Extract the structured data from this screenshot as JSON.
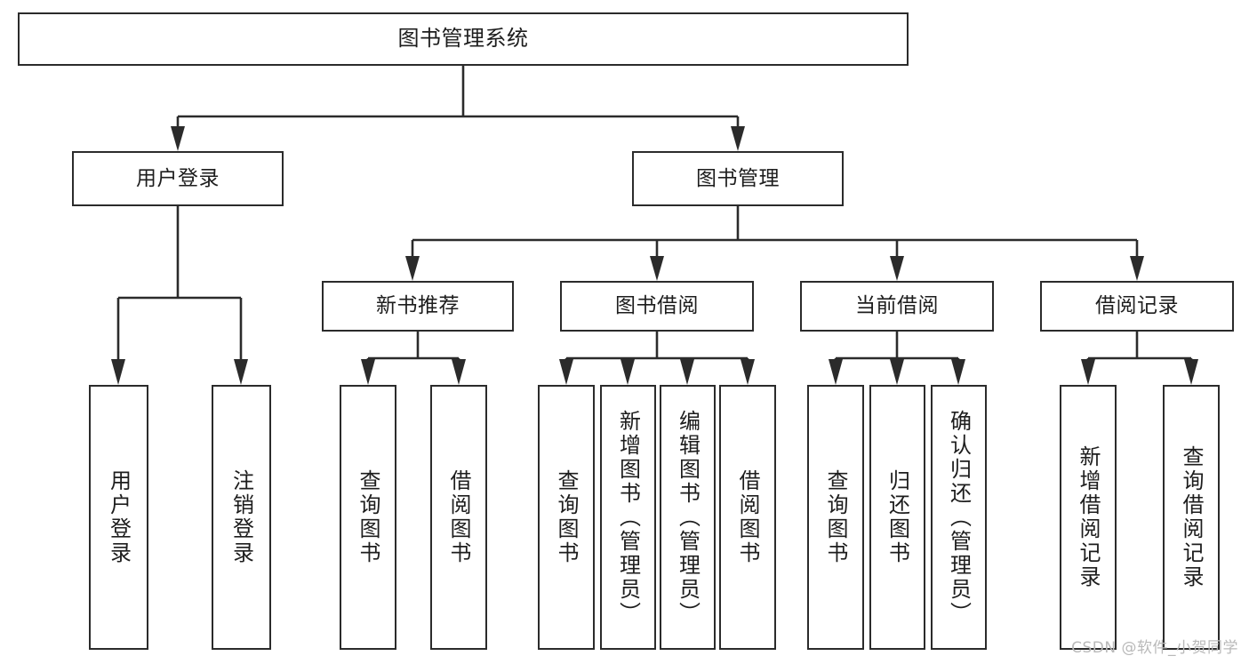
{
  "diagram": {
    "title": "图书管理系统",
    "type": "tree",
    "watermark": "CSDN @软件_小贺同学",
    "colors": {
      "stroke": "#2b2b2b",
      "fill": "#ffffff",
      "text": "#1d1d1d",
      "watermark": "#b9b9b9"
    },
    "levels": {
      "level1": [
        "图书管理系统"
      ],
      "level2": [
        "用户登录",
        "图书管理"
      ],
      "level3": [
        "新书推荐",
        "图书借阅",
        "当前借阅",
        "借阅记录"
      ],
      "level4": [
        "用户登录",
        "注销登录",
        "查询图书",
        "借阅图书",
        "查询图书",
        "新增图书（管理员）",
        "编辑图书（管理员）",
        "借阅图书",
        "查询图书",
        "归还图书",
        "确认归还（管理员）",
        "新增借阅记录",
        "查询借阅记录"
      ]
    }
  },
  "nodes": {
    "root": {
      "label": "图书管理系统"
    },
    "user_login": {
      "label": "用户登录"
    },
    "book_mgmt": {
      "label": "图书管理"
    },
    "new_book_rec": {
      "label": "新书推荐"
    },
    "book_borrow": {
      "label": "图书借阅"
    },
    "current_borrow": {
      "label": "当前借阅"
    },
    "borrow_record": {
      "label": "借阅记录"
    },
    "leaf_user_login": {
      "label": "用户登录"
    },
    "leaf_logout": {
      "label": "注销登录"
    },
    "leaf_query_book_a": {
      "label": "查询图书"
    },
    "leaf_borrow_book_a": {
      "label": "借阅图书"
    },
    "leaf_query_book_b": {
      "label": "查询图书"
    },
    "leaf_add_book": {
      "label": "新增图书（管理员）"
    },
    "leaf_edit_book": {
      "label": "编辑图书（管理员）"
    },
    "leaf_borrow_book_b": {
      "label": "借阅图书"
    },
    "leaf_query_book_c": {
      "label": "查询图书"
    },
    "leaf_return_book": {
      "label": "归还图书"
    },
    "leaf_confirm_return": {
      "label": "确认归还（管理员）"
    },
    "leaf_add_record": {
      "label": "新增借阅记录"
    },
    "leaf_query_record": {
      "label": "查询借阅记录"
    }
  },
  "edges": [
    {
      "from": "root",
      "to": "user_login"
    },
    {
      "from": "root",
      "to": "book_mgmt"
    },
    {
      "from": "user_login",
      "to": "leaf_user_login"
    },
    {
      "from": "user_login",
      "to": "leaf_logout"
    },
    {
      "from": "book_mgmt",
      "to": "new_book_rec"
    },
    {
      "from": "book_mgmt",
      "to": "book_borrow"
    },
    {
      "from": "book_mgmt",
      "to": "current_borrow"
    },
    {
      "from": "book_mgmt",
      "to": "borrow_record"
    },
    {
      "from": "new_book_rec",
      "to": "leaf_query_book_a"
    },
    {
      "from": "new_book_rec",
      "to": "leaf_borrow_book_a"
    },
    {
      "from": "book_borrow",
      "to": "leaf_query_book_b"
    },
    {
      "from": "book_borrow",
      "to": "leaf_add_book"
    },
    {
      "from": "book_borrow",
      "to": "leaf_edit_book"
    },
    {
      "from": "book_borrow",
      "to": "leaf_borrow_book_b"
    },
    {
      "from": "current_borrow",
      "to": "leaf_query_book_c"
    },
    {
      "from": "current_borrow",
      "to": "leaf_return_book"
    },
    {
      "from": "current_borrow",
      "to": "leaf_confirm_return"
    },
    {
      "from": "borrow_record",
      "to": "leaf_add_record"
    },
    {
      "from": "borrow_record",
      "to": "leaf_query_record"
    }
  ]
}
